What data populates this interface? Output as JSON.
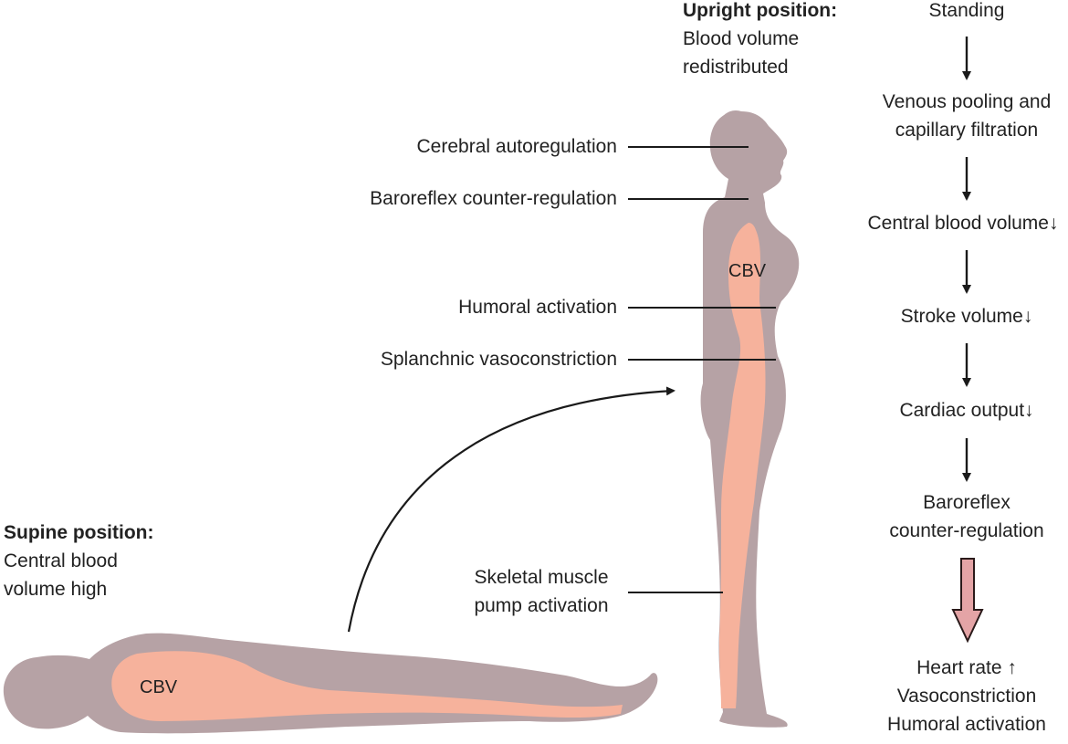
{
  "colors": {
    "body": "#b6a2a5",
    "blood": "#f6b29c",
    "arrow": "#1a1a1a",
    "big_arrow_fill": "#e4a4a6",
    "big_arrow_stroke": "#2a1a1a"
  },
  "upright": {
    "title": "Upright position:",
    "line1": "Blood volume",
    "line2": "redistributed"
  },
  "supine": {
    "title": "Supine position:",
    "line1": "Central blood",
    "line2": "volume high"
  },
  "cbv_label": "CBV",
  "callouts": [
    {
      "text": "Cerebral autoregulation"
    },
    {
      "text": "Baroreflex counter-regulation"
    },
    {
      "text": "Humoral activation"
    },
    {
      "text": "Splanchnic vasoconstriction"
    },
    {
      "line1": "Skeletal muscle",
      "line2": "pump activation"
    }
  ],
  "flow": {
    "step1": "Standing",
    "step2_line1": "Venous pooling and",
    "step2_line2": "capillary filtration",
    "step3": "Central blood volume↓",
    "step4": "Stroke volume↓",
    "step5": "Cardiac output↓",
    "step6_line1": "Baroreflex",
    "step6_line2": "counter-regulation",
    "result_line1": "Heart rate ↑",
    "result_line2": "Vasoconstriction",
    "result_line3": "Humoral activation"
  }
}
